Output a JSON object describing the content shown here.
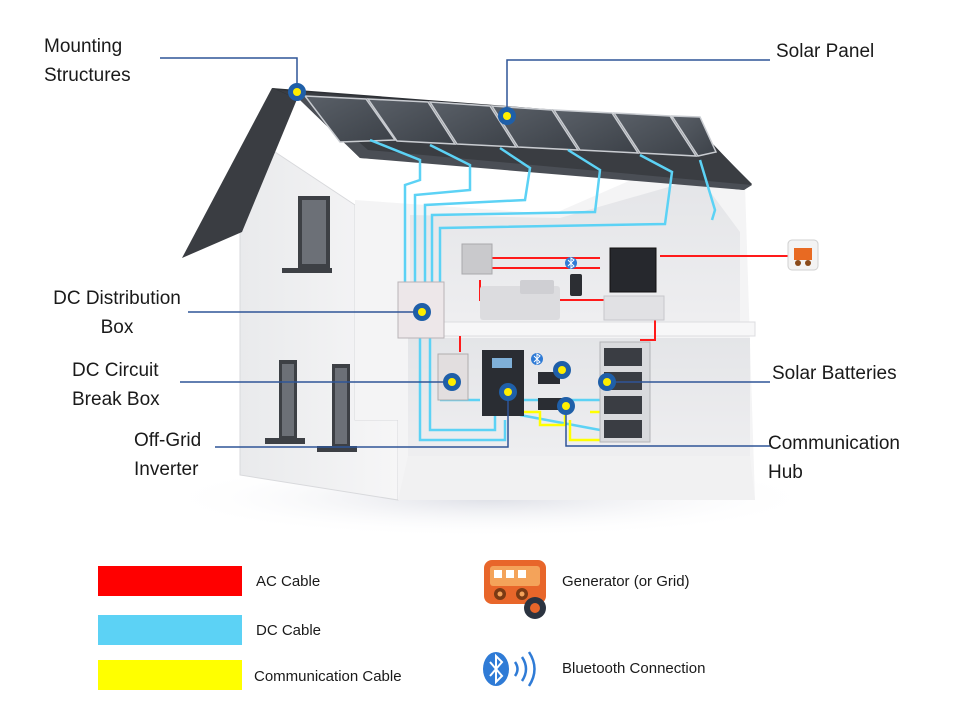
{
  "callouts": {
    "mounting_structures": "Mounting\nStructures",
    "solar_panel": "Solar  Panel",
    "dc_distribution_box": "DC Distribution\nBox",
    "dc_circuit_break_box": "DC Circuit\nBreak Box",
    "off_grid_inverter": "Off-Grid\nInverter",
    "solar_batteries": "Solar Batteries",
    "communication_hub": "Communication\nHub"
  },
  "legend": {
    "ac_cable": {
      "label": "AC Cable",
      "color": "#ff0000"
    },
    "dc_cable": {
      "label": "DC Cable",
      "color": "#5cd2f5"
    },
    "communication_cable": {
      "label": "Communication Cable",
      "color": "#ffff00"
    },
    "generator": {
      "label": "Generator (or Grid)",
      "icon": "generator-icon"
    },
    "bluetooth": {
      "label": "Bluetooth Connection",
      "icon": "bluetooth-icon"
    }
  },
  "colors": {
    "callout_line": "#2f5597",
    "marker_ring": "#1f5fa8",
    "marker_dot": "#ffee00",
    "roof": "#3a3d42",
    "panel": "#4b5058"
  }
}
